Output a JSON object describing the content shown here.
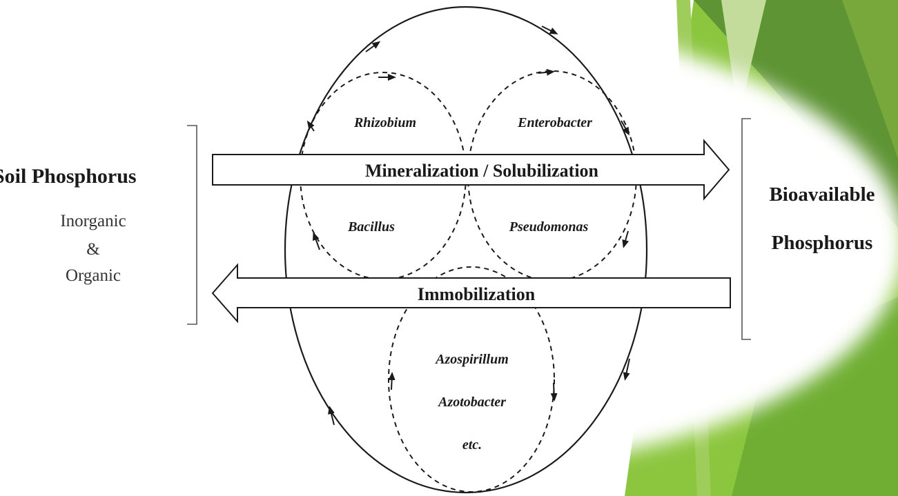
{
  "left_group": {
    "title": "Soil Phosphorus",
    "line1": "Inorganic",
    "line2": "&",
    "line3": "Organic"
  },
  "right_group": {
    "line1": "Bioavailable",
    "line2": "Phosphorus"
  },
  "arrows": {
    "top": "Mineralization / Solubilization",
    "bottom": "Immobilization"
  },
  "microbes": {
    "rhizobium": "Rhizobium",
    "enterobacter": "Enterobacter",
    "bacillus": "Bacillus",
    "pseudomonas": "Pseudomonas",
    "azospirillum": "Azospirillum",
    "azotobacter": "Azotobacter",
    "etc": "etc."
  },
  "colors": {
    "slide_green_dark": "#5e9434",
    "slide_green_mid": "#78a83c",
    "slide_green_light": "#8cc63f",
    "slide_green_pale": "#c3dc9b",
    "diagram_ink": "#1a1a1a"
  }
}
